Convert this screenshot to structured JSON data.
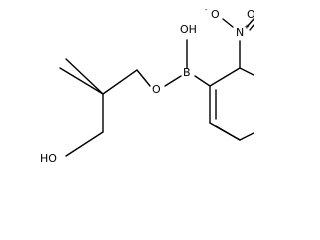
{
  "molecule": {
    "atoms": {
      "hydroxyl_top": "OH",
      "boron": "B",
      "ester_oxygen": "O",
      "hydroxyl_bottom": "HO",
      "nitro_n": "N",
      "nitro_n_charge": "+",
      "nitro_o_left": "O",
      "nitro_o_left_charge": "-",
      "nitro_o_right": "O"
    }
  },
  "colors": {
    "ink": "#000000",
    "background": "#ffffff"
  }
}
